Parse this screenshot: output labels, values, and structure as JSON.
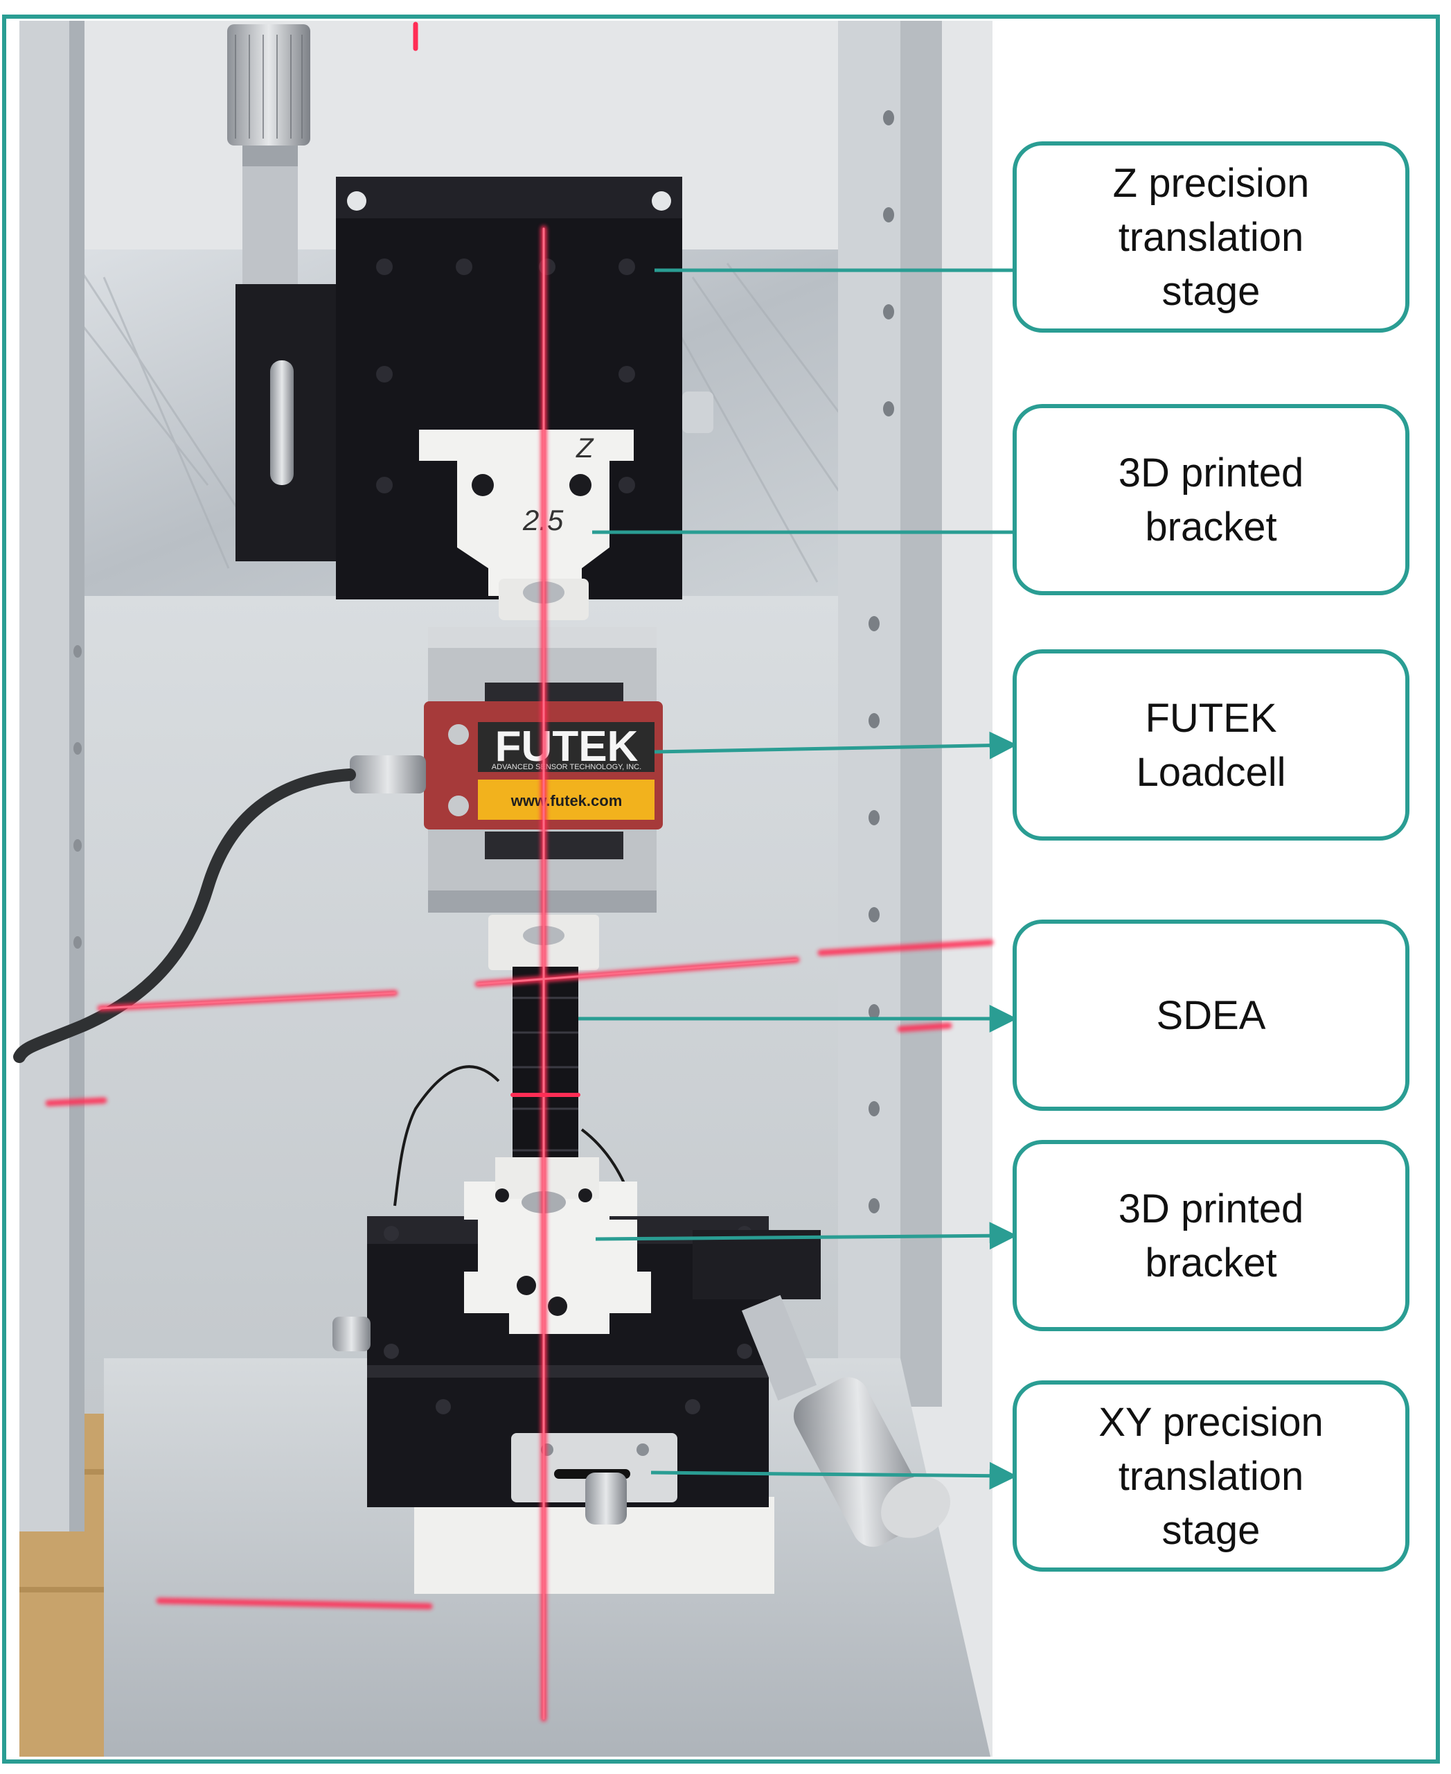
{
  "colors": {
    "accent_teal": "#2a9d93",
    "laser_red": "#ff2d55",
    "stage_black": "#15151a",
    "bracket_white": "#f2f2f0",
    "loadcell_red": "#a63a3a",
    "loadcell_yellow": "#f2b21d",
    "aluminum": "#c6cbd0",
    "floor_wood": "#c8a36b"
  },
  "photo": {
    "loadcell_brand": "FUTEK",
    "loadcell_tagline": "ADVANCED SENSOR TECHNOLOGY, INC.",
    "loadcell_url": "www.futek.com",
    "bracket_mark_top": "Z",
    "bracket_mark_bottom": "2.5"
  },
  "callouts": [
    {
      "id": "z-stage",
      "lines": [
        "Z precision",
        "translation",
        "stage"
      ]
    },
    {
      "id": "top-bracket",
      "lines": [
        "3D printed",
        "bracket"
      ]
    },
    {
      "id": "loadcell",
      "lines": [
        "FUTEK",
        "Loadcell"
      ]
    },
    {
      "id": "sdea",
      "lines": [
        "SDEA"
      ]
    },
    {
      "id": "bottom-bracket",
      "lines": [
        "3D printed",
        "bracket"
      ]
    },
    {
      "id": "xy-stage",
      "lines": [
        "XY precision",
        "translation",
        "stage"
      ]
    }
  ]
}
